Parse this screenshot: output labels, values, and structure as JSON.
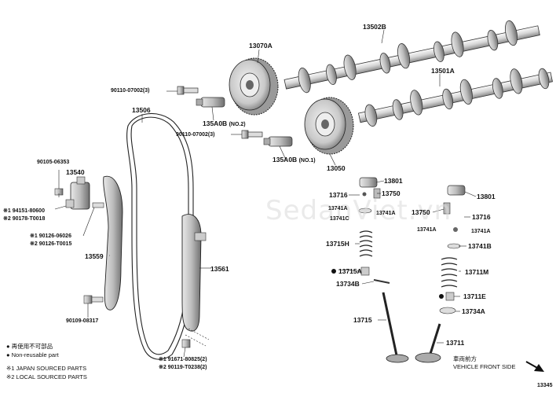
{
  "watermark": "SedanViet.vn",
  "labels": {
    "p13502B": "13502B",
    "p13070A": "13070A",
    "p13501A": "13501A",
    "p90110a": "90110-07002(3)",
    "p13506": "13506",
    "p135A0B_no2": "135A0B",
    "no2": "(NO.2)",
    "p90110b": "90110-07002(3)",
    "p135A0B_no1": "135A0B",
    "no1": "(NO.1)",
    "p13050": "13050",
    "p90105": "90105-06353",
    "p13540": "13540",
    "p94151": "※1 94151-80600",
    "p90178": "※2 90178-T0018",
    "p90126a": "※1 90126-06026",
    "p90126b": "※2 90126-T0015",
    "p13559": "13559",
    "p13561": "13561",
    "p90109": "90109-08317",
    "p191671": "※1 91671-80825(2)",
    "p290119": "※2 90119-T0238(2)",
    "p13801a": "13801",
    "p13716a": "13716",
    "p13750a": "13750",
    "p13741Aa": "13741A",
    "p13741Ab": "13741A",
    "p13741C": "13741C",
    "p13715H": "13715H",
    "p13715A": "13715A",
    "p13734B": "13734B",
    "p13715": "13715",
    "p13801b": "13801",
    "p13750b": "13750",
    "p13716b": "13716",
    "p13741Ac": "13741A",
    "p13741Ad": "13741A",
    "p13741B": "13741B",
    "p13711M": "13711M",
    "p13711E": "13711E",
    "p13734A": "13734A",
    "p13711": "13711",
    "front_jp": "車両前方",
    "front_en": "VEHICLE FRONT SIDE",
    "diagram_no": "13345"
  },
  "legend": {
    "reuse_jp": "再使用不可部品",
    "nonreuse_en": "Non-reusable part",
    "japan": "※1 JAPAN SOURCED PARTS",
    "local": "※2 LOCAL SOURCED PARTS"
  }
}
